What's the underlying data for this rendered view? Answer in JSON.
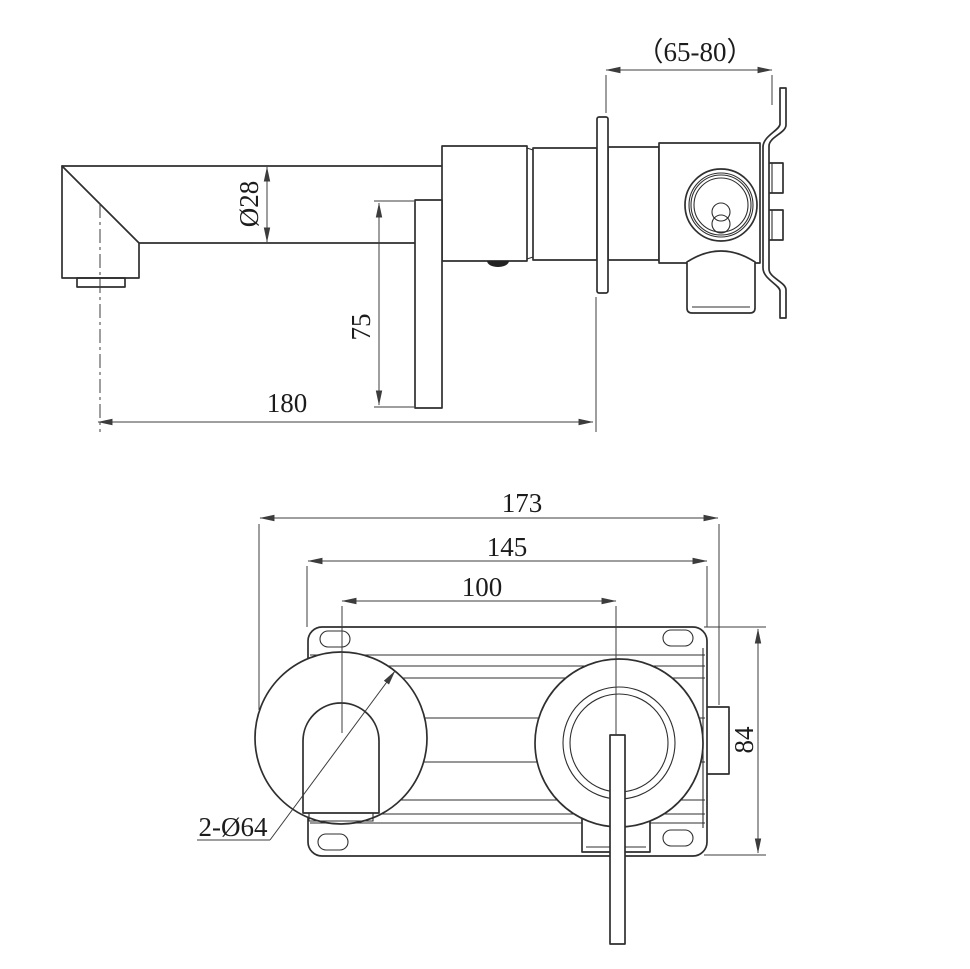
{
  "colors": {
    "background": "#ffffff",
    "line": "#2f2f2f",
    "dimension_line": "#3c3c3c",
    "text": "#1c1c1c"
  },
  "side_view": {
    "dims": {
      "depth_range": "（65-80）",
      "spout_diameter": "Ø28",
      "handle_length": "75",
      "spout_reach": "180"
    }
  },
  "front_view": {
    "dims": {
      "overall_width": "173",
      "plate_width": "145",
      "hole_spacing": "100",
      "plate_height": "84",
      "holes_note": "2-Ø64"
    }
  }
}
